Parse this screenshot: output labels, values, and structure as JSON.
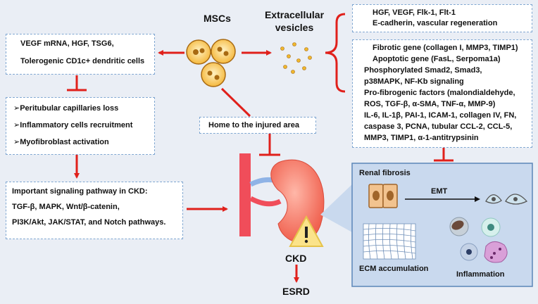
{
  "colors": {
    "accent_red": "#e0201b",
    "box_border": "#7fa6d1",
    "fibrosis_panel": "#c9d9ee",
    "background": "#eaeef5"
  },
  "labels": {
    "mscs": "MSCs",
    "ev_line1": "Extracellular",
    "ev_line2": "vesicles",
    "home": "Home to the injured area",
    "ckd": "CKD",
    "esrd": "ESRD",
    "renal_fibrosis": "Renal fibrosis",
    "emt": "EMT",
    "ecm": "ECM accumulation",
    "inflammation": "Inflammation"
  },
  "left_top": {
    "line1": "VEGF mRNA, HGF, TSG6,",
    "line2": "Tolerogenic CD1c+ dendritic cells"
  },
  "left_middle": {
    "items": [
      "Peritubular capillaries loss",
      "Inflammatory cells recruitment",
      "Myofibroblast activation"
    ]
  },
  "left_bottom": {
    "lines": [
      "Important signaling pathway in CKD:",
      "TGF-β, MAPK, Wnt/β-catenin,",
      "PI3K/Akt, JAK/STAT, and Notch pathways."
    ]
  },
  "right_top": {
    "lines": [
      "HGF, VEGF,  Flk-1, Flt-1",
      "E-cadherin, vascular regeneration"
    ]
  },
  "right_bottom": {
    "lines": [
      "Fibrotic gene (collagen I, MMP3, TIMP1)",
      "Apoptotic gene (FasL, Serpoma1a)",
      "Phosphorylated Smad2, Smad3,",
      "p38MAPK, NF-Kb signaling",
      "Pro-fibrogenic factors (malondialdehyde,",
      "ROS, TGF-β, α-SMA, TNF-α, MMP-9)",
      "IL-6, IL-1β, PAI-1, ICAM-1, collagen IV, FN,",
      "caspase 3, PCNA, tubular CCL-2, CCL-5,",
      "MMP3, TIMP1, α-1-antitrypsinin"
    ]
  },
  "icons": [
    "up-arrow-icon",
    "down-arrow-icon",
    "warning-icon",
    "kidney-icon",
    "msc-cell-icon",
    "vesicle-dots-icon",
    "epithelial-cell-icon",
    "mesenchymal-cell-icon",
    "ecm-mesh-icon",
    "immune-cell-icon"
  ]
}
